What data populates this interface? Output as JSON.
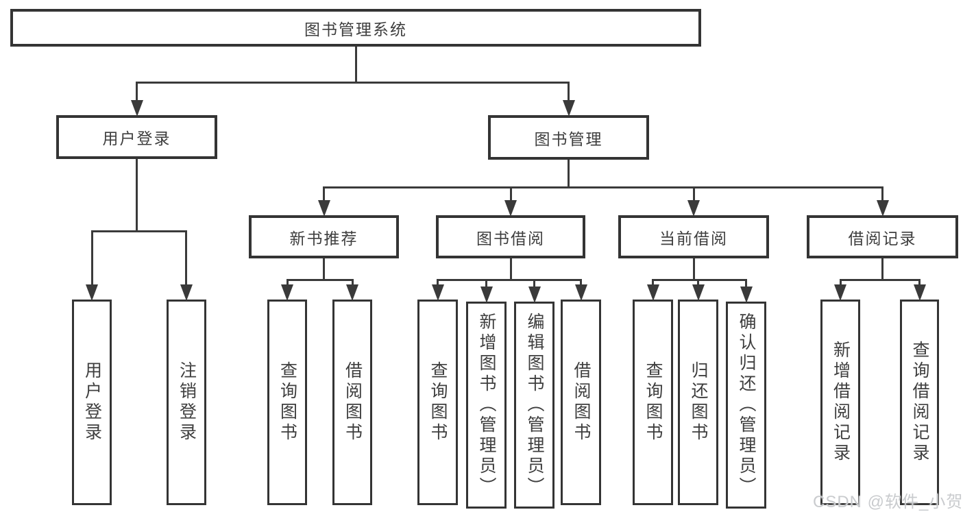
{
  "diagram": {
    "root": {
      "label": "图书管理系统"
    },
    "level2": [
      {
        "label": "用户登录"
      },
      {
        "label": "图书管理"
      }
    ],
    "level3": [
      {
        "label": "新书推荐"
      },
      {
        "label": "图书借阅"
      },
      {
        "label": "当前借阅"
      },
      {
        "label": "借阅记录"
      }
    ],
    "leaves": {
      "user_login": [
        {
          "label": "用户登录"
        },
        {
          "label": "注销登录"
        }
      ],
      "new_book": [
        {
          "label": "查询图书"
        },
        {
          "label": "借阅图书"
        }
      ],
      "book_borrow": [
        {
          "label": "查询图书"
        },
        {
          "label": "新增图书（管理员）"
        },
        {
          "label": "编辑图书（管理员）"
        },
        {
          "label": "借阅图书"
        }
      ],
      "current_borrow": [
        {
          "label": "查询图书"
        },
        {
          "label": "归还图书"
        },
        {
          "label": "确认归还（管理员）"
        }
      ],
      "borrow_record": [
        {
          "label": "新增借阅记录"
        },
        {
          "label": "查询借阅记录"
        }
      ]
    },
    "colors": {
      "line": "#3a3a3a",
      "box_border": "#343434",
      "text": "#3e3e3e",
      "background": "#ffffff",
      "watermark": "#c9cbce"
    }
  },
  "watermark": {
    "text": "CSDN @软件_小贺同学"
  }
}
